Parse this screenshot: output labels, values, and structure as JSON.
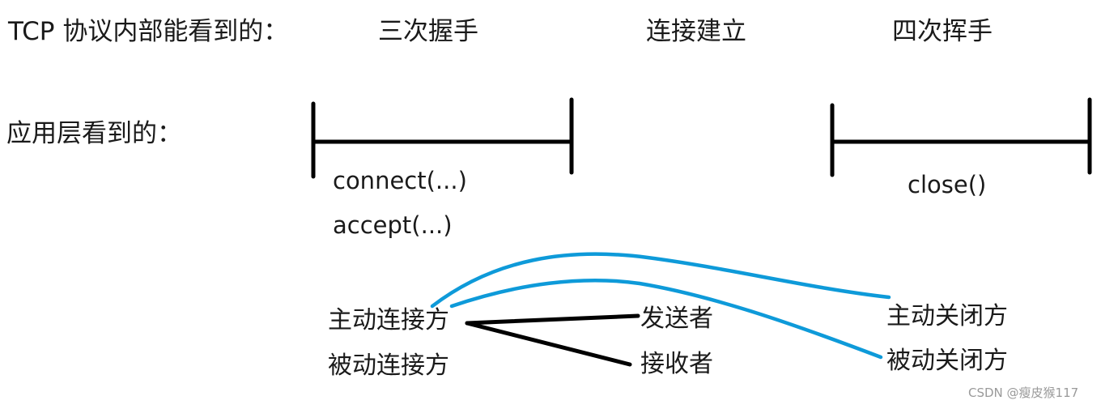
{
  "rows": {
    "tcp_label": "TCP 协议内部能看到的：",
    "app_label": "应用层看到的："
  },
  "phases": {
    "handshake": "三次握手",
    "established": "连接建立",
    "wave": "四次挥手"
  },
  "calls": {
    "connect": "connect(...)",
    "accept": "accept(...)",
    "close": "close()"
  },
  "roles": {
    "active_connect": "主动连接方",
    "passive_connect": "被动连接方",
    "sender": "发送者",
    "receiver": "接收者",
    "active_close": "主动关闭方",
    "passive_close": "被动关闭方"
  },
  "colors": {
    "black_line": "#000000",
    "blue_line": "#0e9ad9"
  },
  "watermark": "CSDN @瘦皮猴117"
}
